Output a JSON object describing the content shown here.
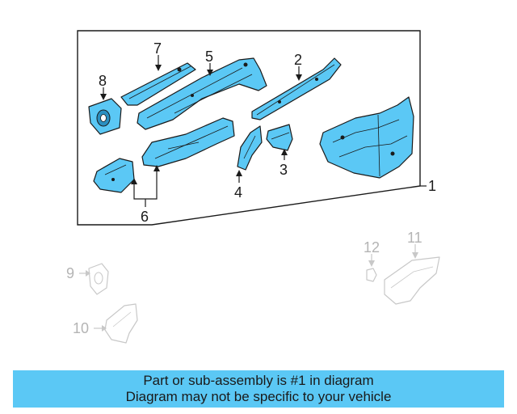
{
  "callouts": {
    "c1": "1",
    "c2": "2",
    "c3": "3",
    "c4": "4",
    "c5": "5",
    "c6": "6",
    "c7": "7",
    "c8": "8",
    "c9": "9",
    "c10": "10",
    "c11": "11",
    "c12": "12"
  },
  "banner": {
    "line1": "Part or sub-assembly is #1 in diagram",
    "line2": "Diagram may not be specific to your vehicle"
  },
  "colors": {
    "part_fill": "#5bc8f5",
    "banner_bg": "#5bc8f5",
    "outline": "#1a1a1a",
    "faded_outline": "#c8c8c8"
  }
}
